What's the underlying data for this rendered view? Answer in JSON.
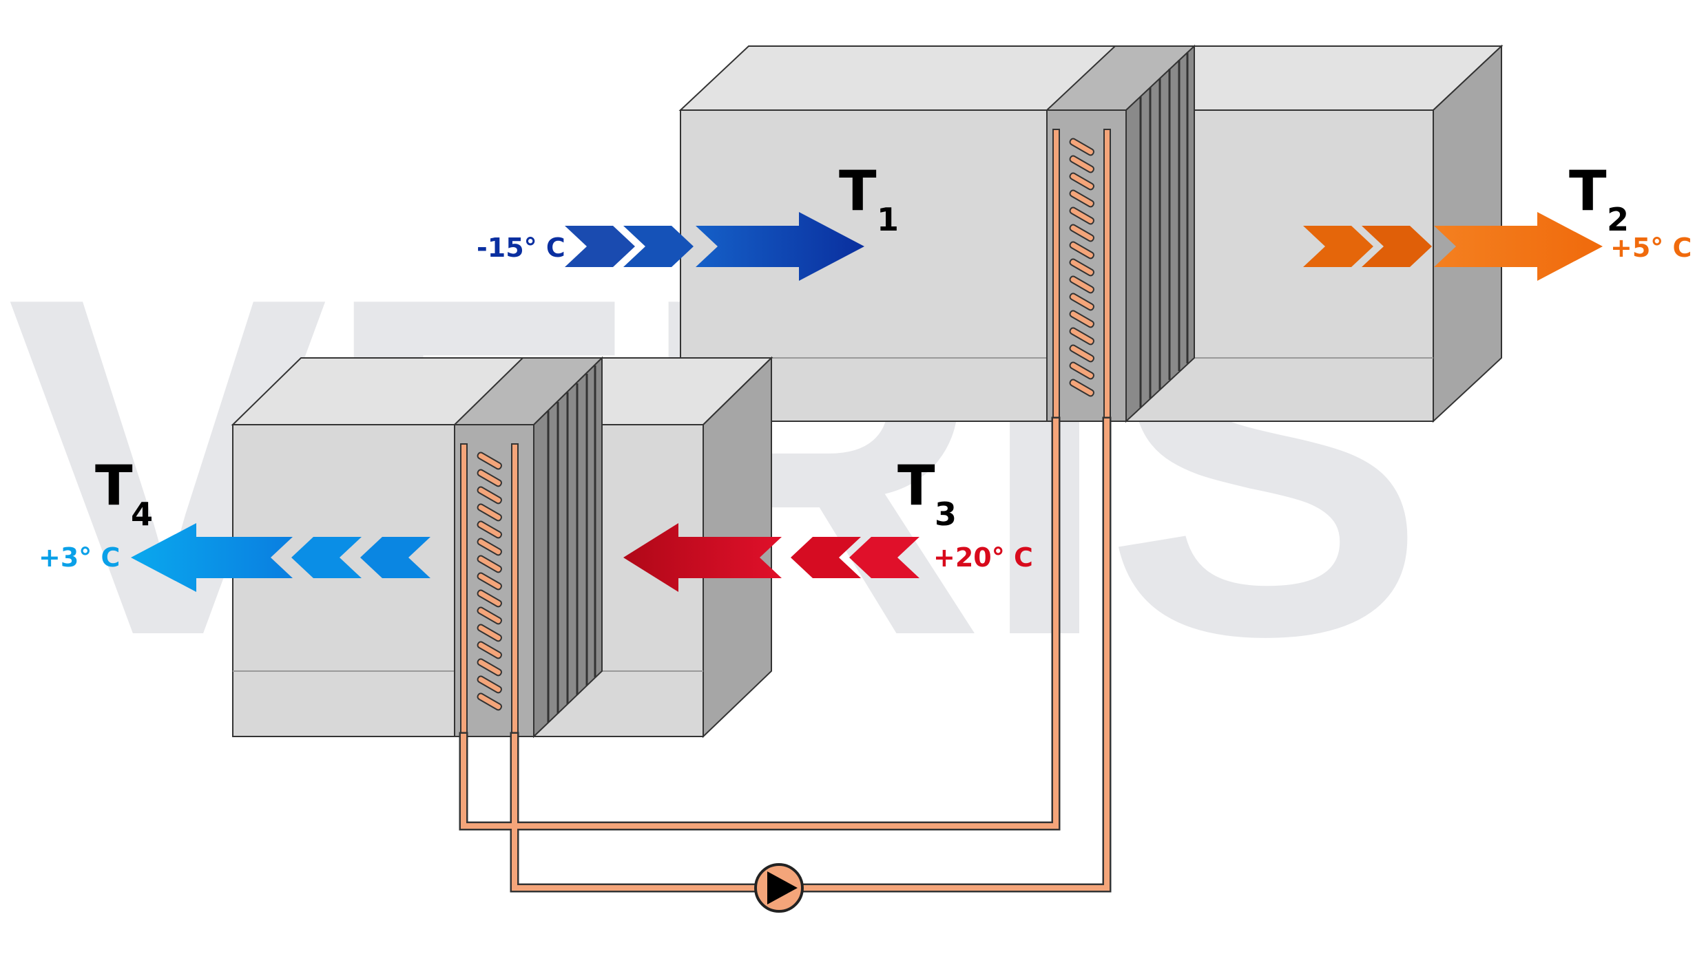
{
  "watermark": "VERIS",
  "colors": {
    "cold_blue": "#0a2fa0",
    "warm_orange": "#f06a0c",
    "hot_red": "#d80a1c",
    "cool_blue": "#0aa0e8",
    "pipe": "#f4a57a",
    "box_front": "#d6d6d6",
    "box_top": "#e2e2e2",
    "box_side": "#a8a8a8"
  },
  "points": {
    "t1": {
      "letter": "T",
      "index": "1",
      "temp": "-15° C"
    },
    "t2": {
      "letter": "T",
      "index": "2",
      "temp": "+5° C"
    },
    "t3": {
      "letter": "T",
      "index": "3",
      "temp": "+20° C"
    },
    "t4": {
      "letter": "T",
      "index": "4",
      "temp": "+3° C"
    }
  },
  "icons": {
    "pump": "pump-icon",
    "coil": "heat-exchanger-coil-icon"
  }
}
